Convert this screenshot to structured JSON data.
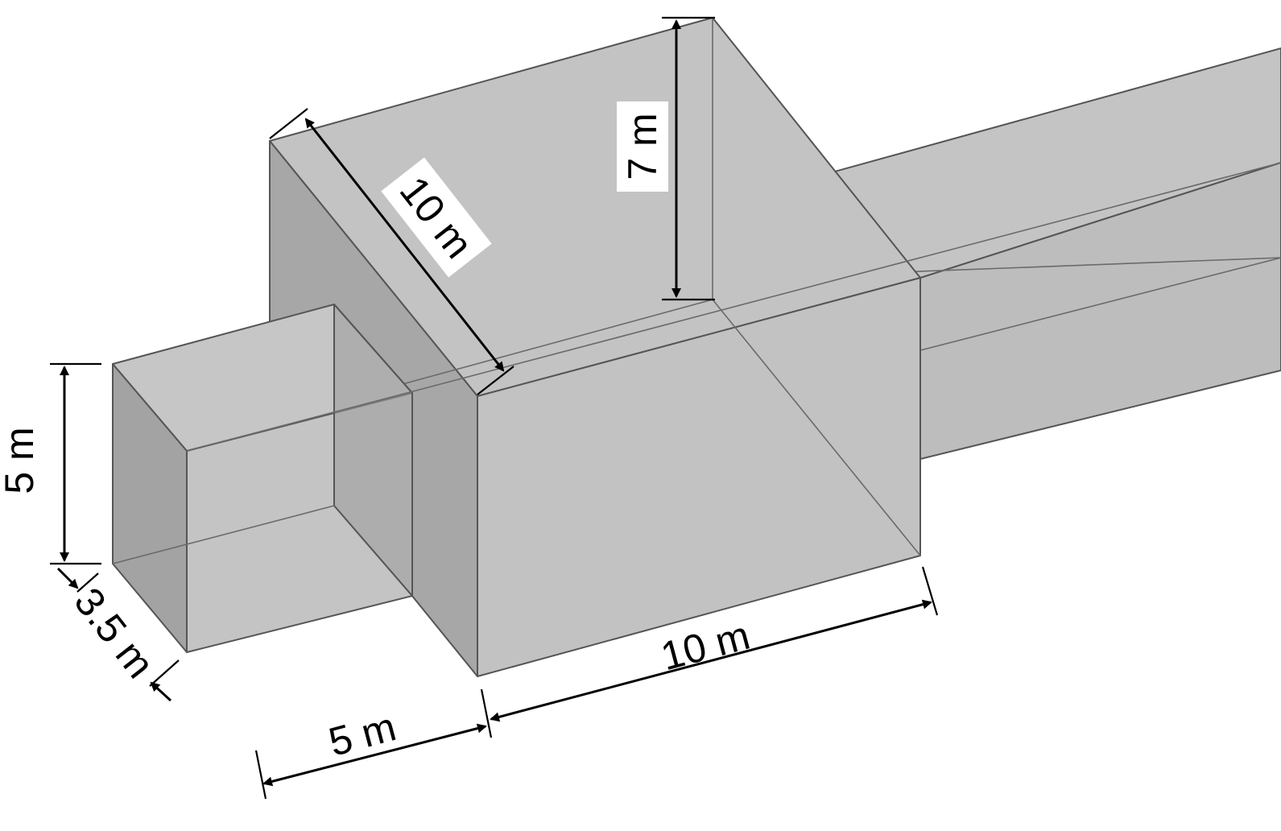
{
  "colors": {
    "background": "#ffffff",
    "face_light": "#c6c6c6",
    "face_mid": "#b5b5b5",
    "face_dark": "#9c9c9c",
    "edge": "#4a4a4a",
    "dimension": "#000000"
  },
  "dimensions": {
    "room_depth": "10 m",
    "room_height": "7 m",
    "corridor_height": "5 m",
    "corridor_width": "3.5 m",
    "corridor_length": "5 m",
    "room_length": "10 m"
  }
}
